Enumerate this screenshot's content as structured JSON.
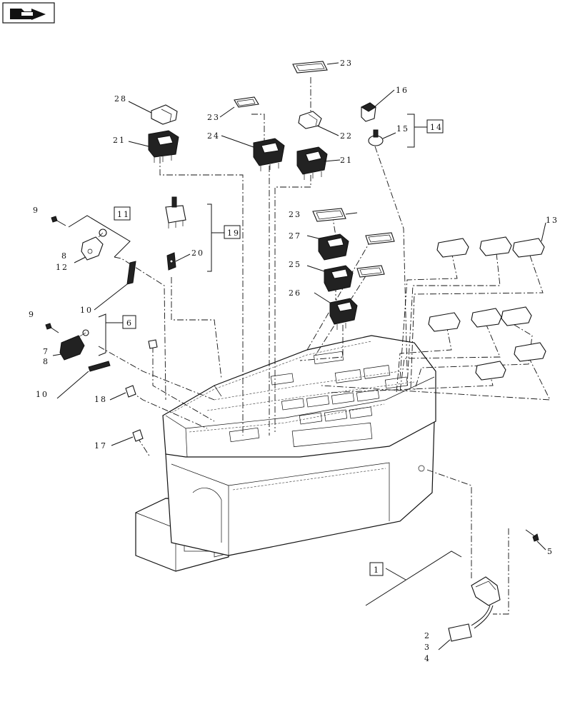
{
  "labels": {
    "l1": "1",
    "l2": "2",
    "l3": "3",
    "l4": "4",
    "l5": "5",
    "l6": "6",
    "l7": "7",
    "l8a": "8",
    "l8b": "8",
    "l9a": "9",
    "l9b": "9",
    "l10a": "10",
    "l10b": "10",
    "l11": "11",
    "l12": "12",
    "l13": "13",
    "l14": "14",
    "l15": "15",
    "l16": "16",
    "l17": "17",
    "l18": "18",
    "l19": "19",
    "l20": "20",
    "l21a": "21",
    "l21b": "21",
    "l22": "22",
    "l23a": "23",
    "l23b": "23",
    "l23c": "23",
    "l24": "24",
    "l25": "25",
    "l26": "26",
    "l27": "27",
    "l28": "28"
  },
  "icons": {
    "nav": "arrow-folder-icon"
  }
}
